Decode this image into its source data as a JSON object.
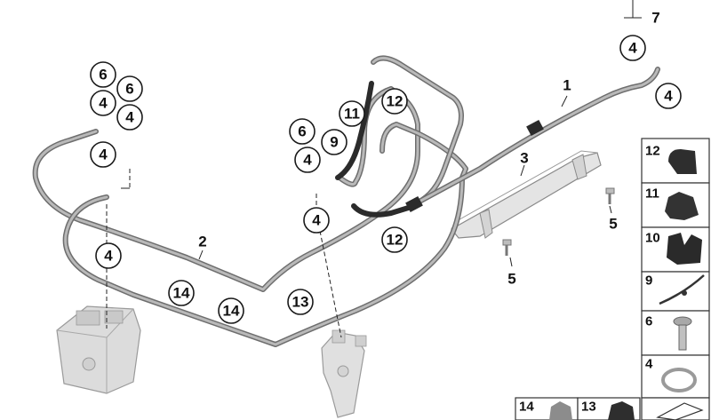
{
  "diagram": {
    "callouts": [
      "6",
      "4",
      "6",
      "4",
      "4",
      "4",
      "6",
      "4",
      "9",
      "11",
      "12",
      "4",
      "12",
      "14",
      "14",
      "13",
      "4",
      "4"
    ],
    "plain_labels": [
      "7",
      "1",
      "2",
      "3",
      "5",
      "5"
    ],
    "legend_panels": [
      "12",
      "11",
      "10",
      "9",
      "6",
      "4",
      "14",
      "13"
    ]
  }
}
